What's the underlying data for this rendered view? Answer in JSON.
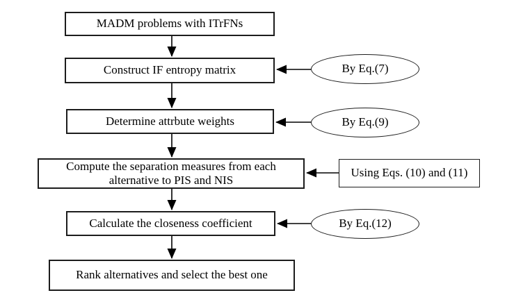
{
  "diagram": {
    "steps": [
      {
        "label": "MADM problems with ITrFNs"
      },
      {
        "label": "Construct IF entropy matrix"
      },
      {
        "label": "Determine attrbute weights"
      },
      {
        "label": "Compute the separation measures from each alternative to PIS and NIS"
      },
      {
        "label": "Calculate the closeness coefficient"
      },
      {
        "label": "Rank alternatives and select the best one"
      }
    ],
    "annotations": [
      {
        "label": "By Eq.(7)",
        "shape": "ellipse",
        "points_to": "Construct IF entropy matrix"
      },
      {
        "label": "By Eq.(9)",
        "shape": "ellipse",
        "points_to": "Determine attrbute weights"
      },
      {
        "label": "Using Eqs. (10) and (11)",
        "shape": "rectangle",
        "points_to": "Compute the separation measures from each alternative to PIS and NIS"
      },
      {
        "label": "By Eq.(12)",
        "shape": "ellipse",
        "points_to": "Calculate the closeness coefficient"
      }
    ],
    "flow": [
      {
        "from": "MADM problems with ITrFNs",
        "to": "Construct IF entropy matrix"
      },
      {
        "from": "Construct IF entropy matrix",
        "to": "Determine attrbute weights"
      },
      {
        "from": "Determine attrbute weights",
        "to": "Compute the separation measures from each alternative to PIS and NIS"
      },
      {
        "from": "Compute the separation measures from each alternative to PIS and NIS",
        "to": "Calculate the closeness coefficient"
      },
      {
        "from": "Calculate the closeness coefficient",
        "to": "Rank alternatives and select the best one"
      }
    ],
    "colors": {
      "line": "#000000",
      "background": "#ffffff",
      "text": "#000000"
    }
  }
}
